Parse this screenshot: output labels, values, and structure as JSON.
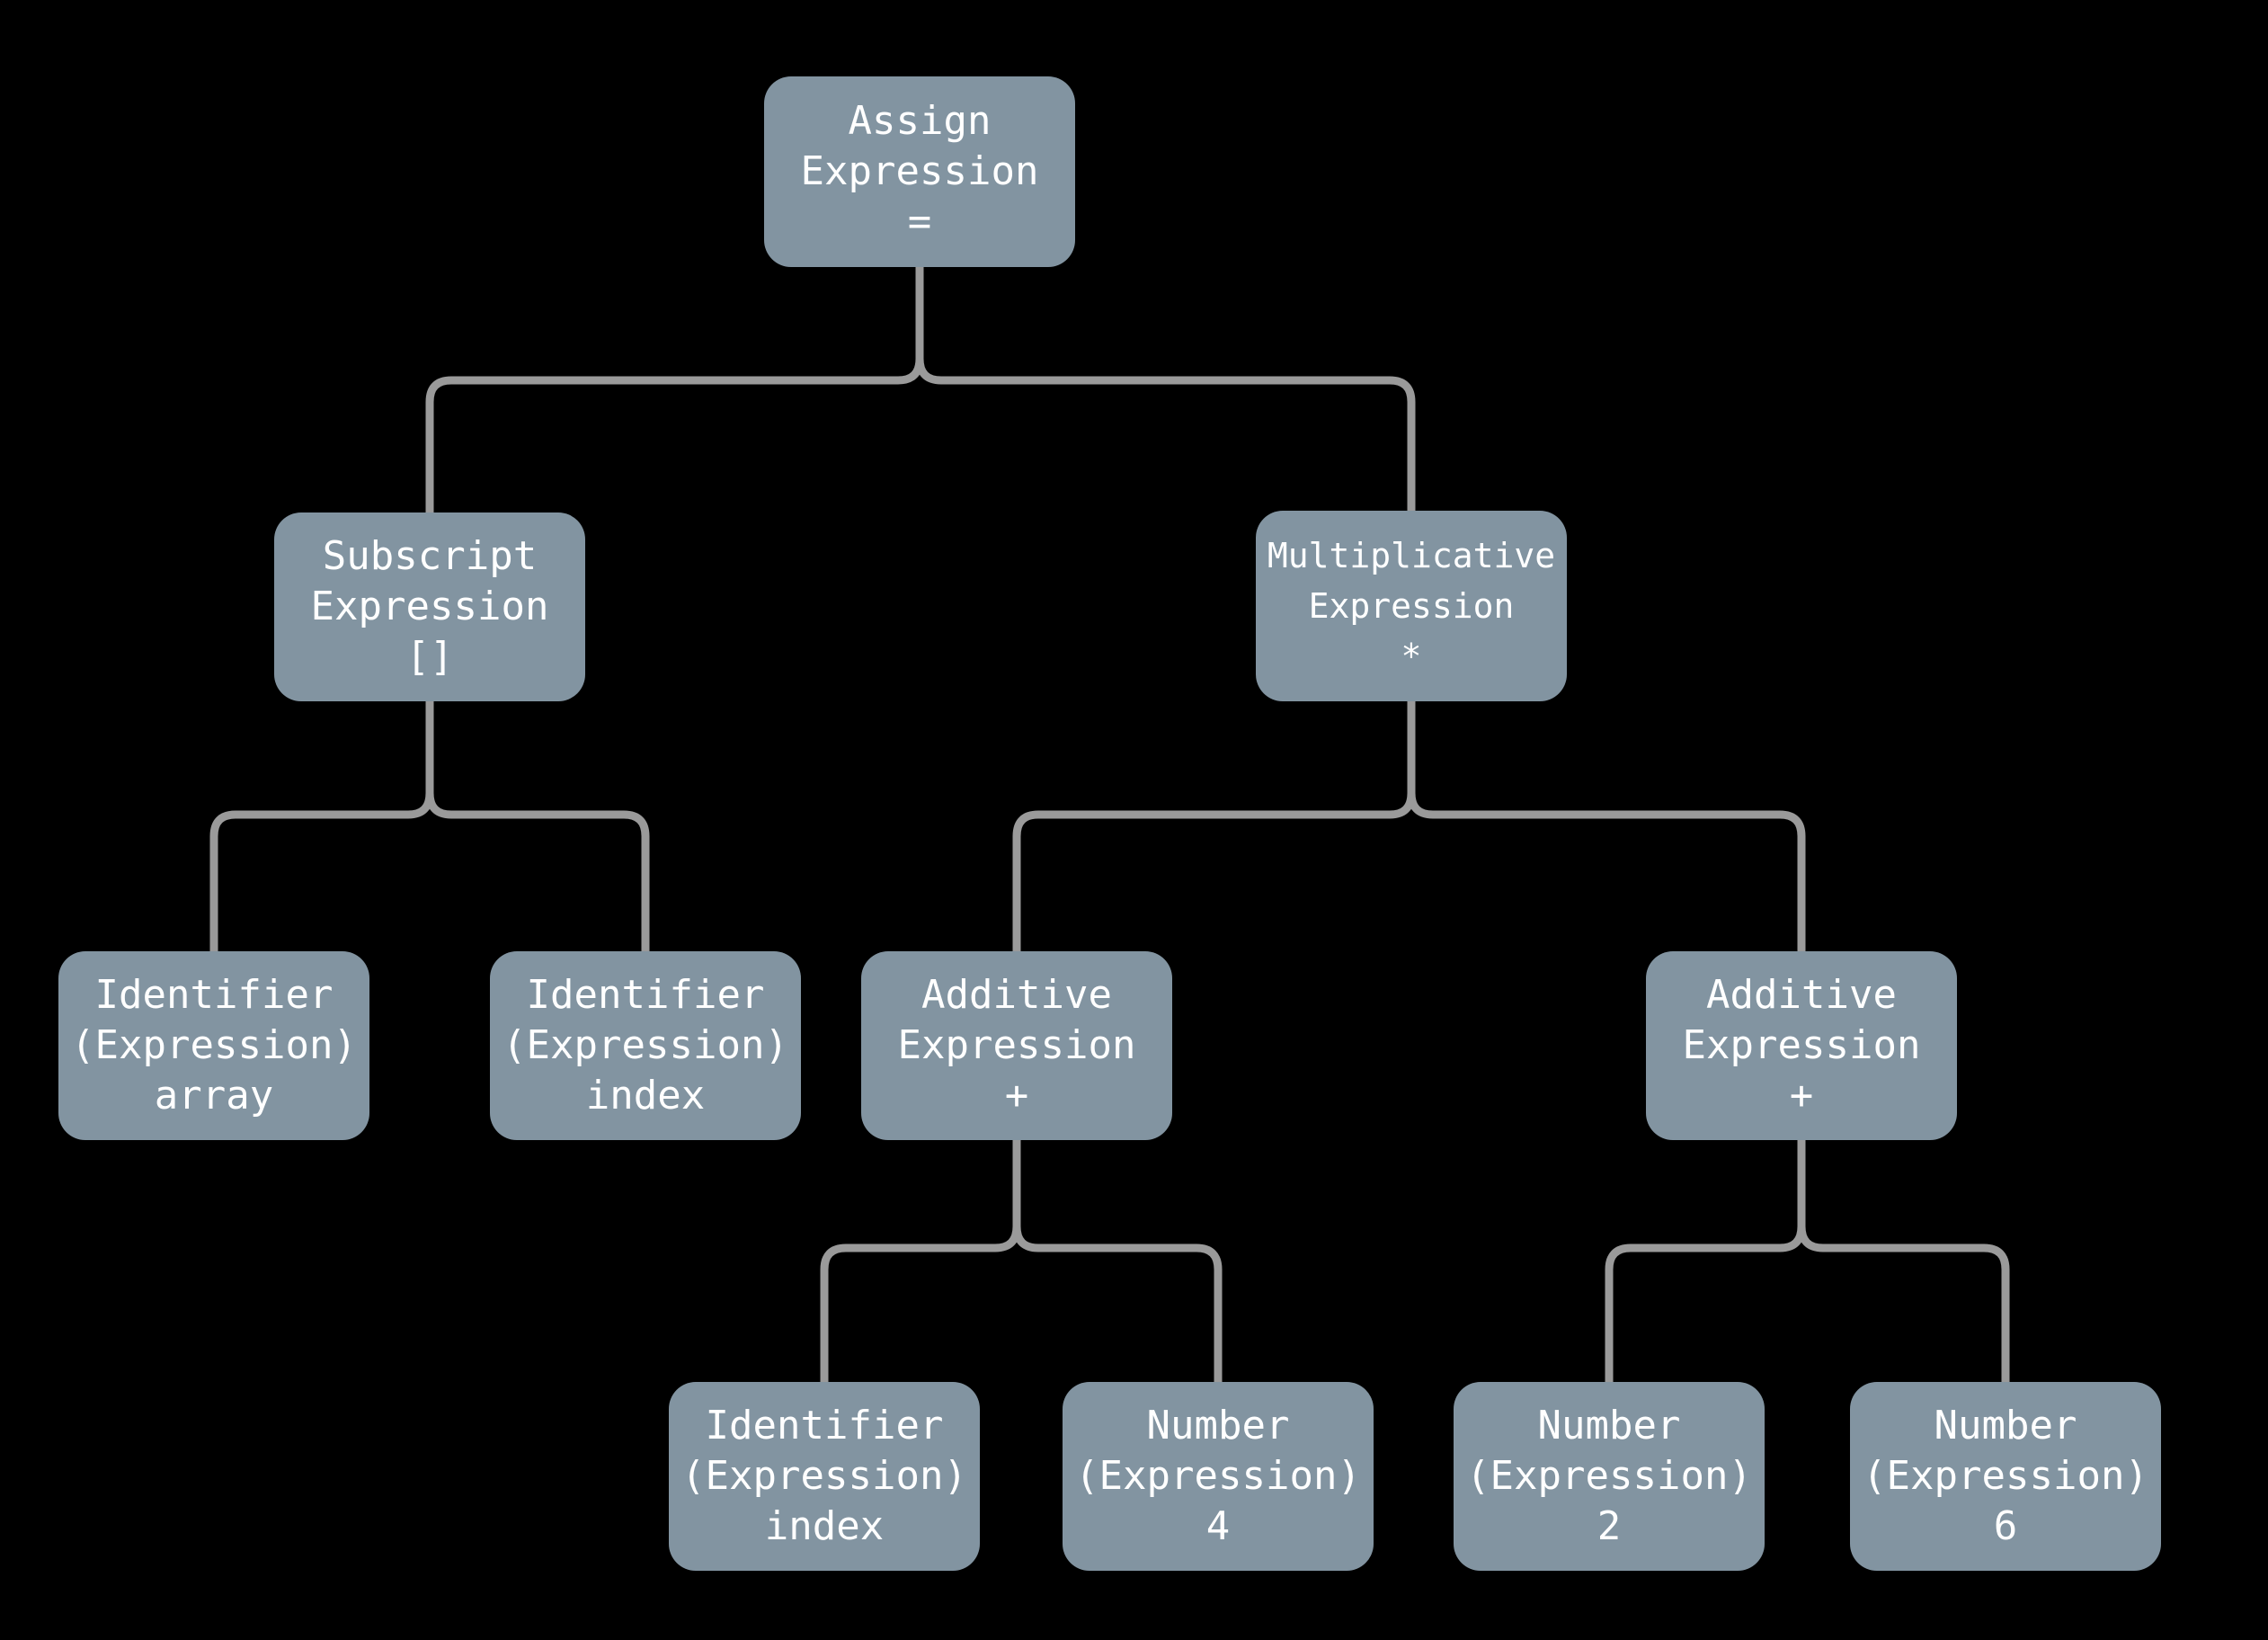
{
  "colors": {
    "background": "#000000",
    "node_fill": "#8294a1",
    "node_text": "#ffffff",
    "connector": "#9a9a9a"
  },
  "nodes": {
    "assign": {
      "lines": [
        "Assign",
        "Expression",
        "="
      ]
    },
    "subscript": {
      "lines": [
        "Subscript",
        "Expression",
        "[]"
      ]
    },
    "multiplicative": {
      "lines": [
        "Multiplicative",
        "Expression",
        "*"
      ]
    },
    "id_array": {
      "lines": [
        "Identifier",
        "(Expression)",
        "array"
      ]
    },
    "id_index": {
      "lines": [
        "Identifier",
        "(Expression)",
        "index"
      ]
    },
    "additive_left": {
      "lines": [
        "Additive",
        "Expression",
        "+"
      ]
    },
    "additive_right": {
      "lines": [
        "Additive",
        "Expression",
        "+"
      ]
    },
    "leaf_id_index": {
      "lines": [
        "Identifier",
        "(Expression)",
        "index"
      ]
    },
    "num_4": {
      "lines": [
        "Number",
        "(Expression)",
        "4"
      ]
    },
    "num_2": {
      "lines": [
        "Number",
        "(Expression)",
        "2"
      ]
    },
    "num_6": {
      "lines": [
        "Number",
        "(Expression)",
        "6"
      ]
    }
  },
  "edges": [
    {
      "from": "assign",
      "to": "subscript"
    },
    {
      "from": "assign",
      "to": "multiplicative"
    },
    {
      "from": "subscript",
      "to": "id_array"
    },
    {
      "from": "subscript",
      "to": "id_index"
    },
    {
      "from": "multiplicative",
      "to": "additive_left"
    },
    {
      "from": "multiplicative",
      "to": "additive_right"
    },
    {
      "from": "additive_left",
      "to": "leaf_id_index"
    },
    {
      "from": "additive_left",
      "to": "num_4"
    },
    {
      "from": "additive_right",
      "to": "num_2"
    },
    {
      "from": "additive_right",
      "to": "num_6"
    }
  ]
}
